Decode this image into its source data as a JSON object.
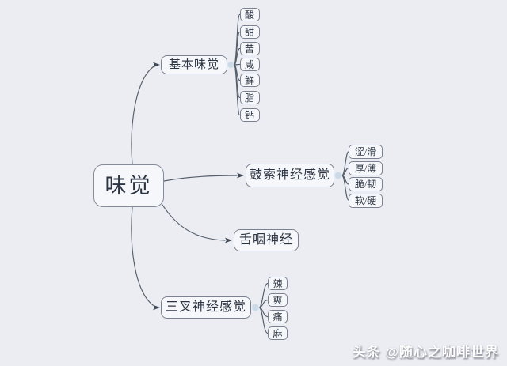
{
  "root": {
    "label": "味觉"
  },
  "branches": [
    {
      "label": "基本味觉",
      "children": [
        "酸",
        "甜",
        "苦",
        "咸",
        "鲜",
        "脂",
        "钙"
      ]
    },
    {
      "label": "鼓索神经感觉",
      "children": [
        "涩/滑",
        "厚/薄",
        "脆/韧",
        "软/硬"
      ]
    },
    {
      "label": "舌咽神经",
      "children": []
    },
    {
      "label": "三叉神经感觉",
      "children": [
        "辣",
        "爽",
        "痛",
        "麻"
      ]
    }
  ],
  "watermark": {
    "text": "头条 @随心之咖啡世界"
  },
  "colors": {
    "background": "#ecedf3",
    "node_fill": "#f6f7fa",
    "node_border": "#7a8292",
    "edge_line": "#545e6a",
    "arrowhead": "#3f4a56",
    "text": "#2c3543",
    "collapse_dot": "#ccdae7"
  }
}
